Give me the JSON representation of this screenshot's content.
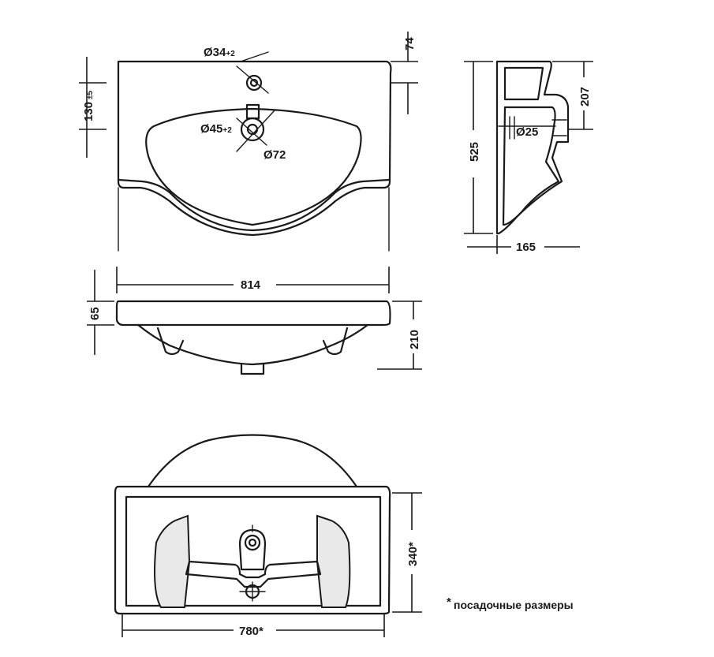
{
  "dimensions": {
    "hole_tap": {
      "symbol": "Ø34",
      "tol": "+2"
    },
    "top_offset": "74",
    "tap_height": "130",
    "tap_height_tol": "±5",
    "hole_drain": {
      "symbol": "Ø45",
      "tol": "+2"
    },
    "drain_outer": "Ø72",
    "side_height": "525",
    "side_top": "207",
    "overflow": "Ø25",
    "side_depth": "165",
    "width": "814",
    "front_thickness": "65",
    "front_height": "210",
    "mount_depth": "340*",
    "mount_width": "780*"
  },
  "footnote": {
    "star": "*",
    "text": "посадочные размеры"
  }
}
